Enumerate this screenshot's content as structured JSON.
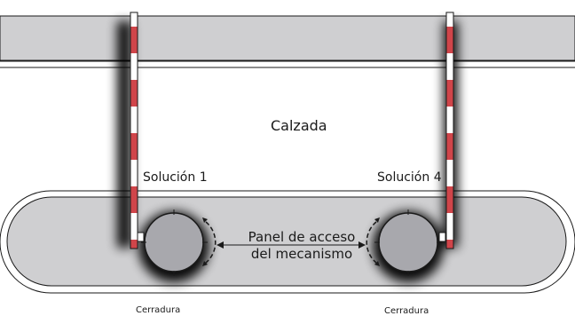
{
  "diagram": {
    "road_label": "Calzada",
    "solution_left": "Solución 1",
    "solution_right": "Solución 4",
    "access_panel": {
      "line1": "Panel de acceso",
      "line2": "del mecanismo"
    },
    "lock_left": "Cerradura",
    "lock_right": "Cerradura"
  },
  "colors": {
    "road": "#cfcfd1",
    "island": "#cfcfd1",
    "mechanism": "#a8a8ad",
    "outline": "#1a1a1a",
    "barrier_stripe": "#c8242a",
    "barrier_white": "#ffffff",
    "shadow": "#000000"
  }
}
